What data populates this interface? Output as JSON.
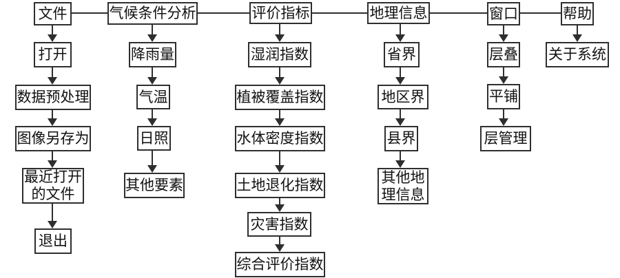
{
  "diagram_type": "menu-structure-flowchart",
  "colors": {
    "line": "#2e2e2e",
    "box_border": "#2e2e2e",
    "box_fill": "#ffffff",
    "text": "#111111",
    "background": "#ffffff"
  },
  "columns": {
    "file": {
      "root": "文件",
      "open": "打开",
      "data_preprocessing": "数据预处理",
      "save_image_as": "图像另存为",
      "recent_files": "最近打开\n的文件",
      "exit": "退出"
    },
    "climate": {
      "root": "气候条件分析",
      "rainfall": "降雨量",
      "temperature": "气温",
      "sunshine": "日照",
      "other_factors": "其他要素"
    },
    "evaluation": {
      "root": "评价指标",
      "moisture_index": "湿润指数",
      "vegetation_cover_index": "植被覆盖指数",
      "water_density_index": "水体密度指数",
      "land_degradation_index": "土地退化指数",
      "disaster_index": "灾害指数",
      "comprehensive_index": "综合评价指数"
    },
    "geography": {
      "root": "地理信息",
      "province_boundary": "省界",
      "region_boundary": "地区界",
      "county_boundary": "县界",
      "other_geo_info": "其他地\n理信息"
    },
    "window": {
      "root": "窗口",
      "cascade": "层叠",
      "tile": "平铺",
      "layer_management": "层管理"
    },
    "help": {
      "root": "帮助",
      "about_system": "关于系统"
    }
  }
}
